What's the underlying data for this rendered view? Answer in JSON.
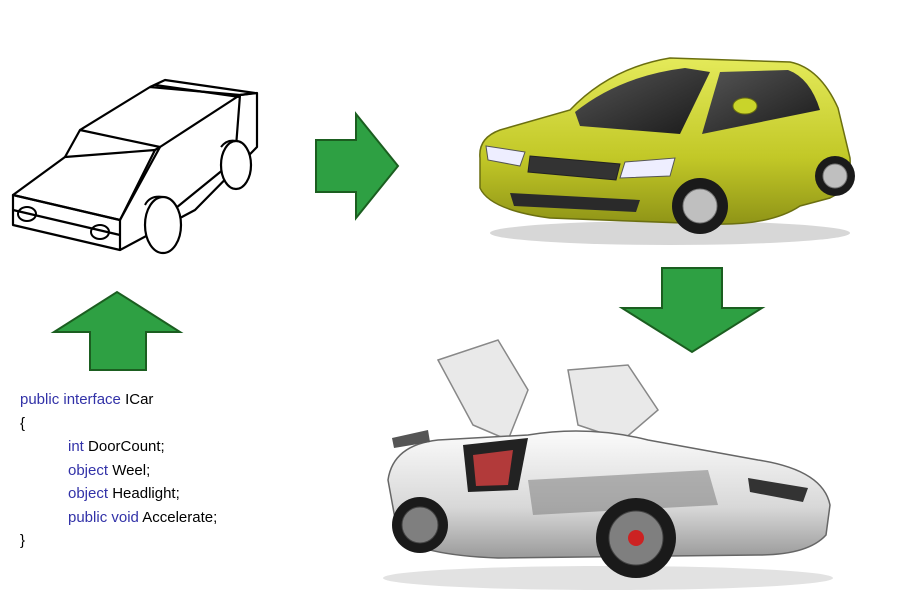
{
  "colors": {
    "arrow_fill": "#2ea043",
    "arrow_stroke": "#1b5e20",
    "keyword": "#3232a8",
    "sketch_stroke": "#000000",
    "hatchback_body": "#c9d42a",
    "supercar_body": "#e8e8e8"
  },
  "code": {
    "line1": {
      "keyword": "public interface",
      "name": "ICar"
    },
    "open_brace": "{",
    "members": [
      {
        "type": "int",
        "name": "DoorCount;"
      },
      {
        "type": "object",
        "name": "Weel;"
      },
      {
        "type": "object",
        "name": "Headlight;"
      },
      {
        "type": "public void",
        "name": "Accelerate;"
      }
    ],
    "close_brace": "}"
  },
  "figures": [
    {
      "id": "sketch-car",
      "icon": "car-outline-sketch"
    },
    {
      "id": "hatchback-car",
      "icon": "yellow-green-hatchback-photo"
    },
    {
      "id": "supercar",
      "icon": "white-gullwing-supercar-photo"
    }
  ],
  "arrows": [
    {
      "id": "up",
      "direction": "up"
    },
    {
      "id": "right",
      "direction": "right"
    },
    {
      "id": "down",
      "direction": "down"
    }
  ]
}
